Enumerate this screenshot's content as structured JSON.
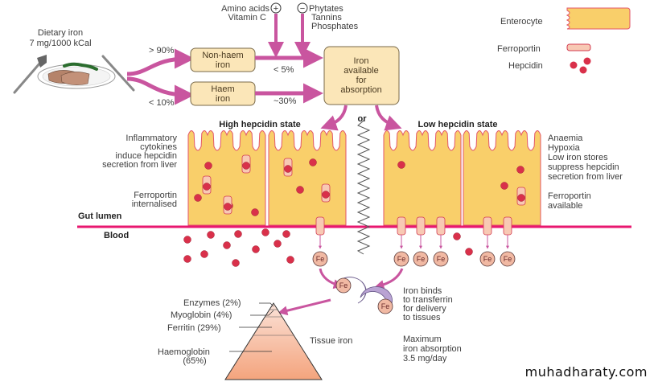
{
  "diet": {
    "line1": "Dietary iron",
    "line2": "7 mg/1000 kCal"
  },
  "split": {
    "nonhaem_pct": "> 90%",
    "haem_pct": "< 10%"
  },
  "boxes": {
    "nonhaem": [
      "Non-haem",
      "iron"
    ],
    "haem": [
      "Haem",
      "iron"
    ],
    "available": [
      "Iron",
      "available",
      "for",
      "absorption"
    ]
  },
  "absorption": {
    "nonhaem_rate": "< 5%",
    "haem_rate": "~30%"
  },
  "enhancers": {
    "lines": [
      "Amino acids",
      "Vitamin C"
    ],
    "sign": "+"
  },
  "inhibitors": {
    "lines": [
      "Phytates",
      "Tannins",
      "Phosphates"
    ],
    "sign": "−"
  },
  "legend": {
    "enterocyte": "Enterocyte",
    "ferroportin": "Ferroportin",
    "hepcidin": "Hepcidin"
  },
  "states": {
    "high": {
      "title": "High hepcidin state",
      "cause": [
        "Inflammatory",
        "cytokines",
        "induce hepcidin",
        "secretion from liver"
      ],
      "effect": [
        "Ferroportin",
        "internalised"
      ]
    },
    "or": "or",
    "low": {
      "title": "Low hepcidin state",
      "cause": [
        "Anaemia",
        "Hypoxia",
        "Low iron stores",
        "suppress hepcidin",
        "secretion from liver"
      ],
      "effect": [
        "Ferroportin",
        "available"
      ]
    }
  },
  "compartments": {
    "lumen": "Gut lumen",
    "blood": "Blood"
  },
  "fe_label": "Fe",
  "transferrin": [
    "Iron binds",
    "to transferrin",
    "for delivery",
    "to tissues"
  ],
  "tissue": {
    "title": "Tissue iron",
    "stores": [
      {
        "label": "Enzymes (2%)",
        "pct": 2
      },
      {
        "label": "Myoglobin (4%)",
        "pct": 4
      },
      {
        "label": "Ferritin (29%)",
        "pct": 29
      },
      {
        "label": "Haemoglobin",
        "label2": "(65%)",
        "pct": 65
      }
    ]
  },
  "max_absorption": [
    "Maximum",
    "iron absorption",
    "3.5 mg/day"
  ],
  "watermark": "muhadharaty.com",
  "colors": {
    "arrow": "#c9559f",
    "membrane": "#e8176f",
    "enterocyte_fill": "#f9cf6a",
    "enterocyte_stroke": "#e2566a",
    "box_fill": "#fbe6b8",
    "hepcidin": "#d9304a",
    "ferroportin": "#f8c9b4",
    "transferrin": "#b9a3d3"
  }
}
